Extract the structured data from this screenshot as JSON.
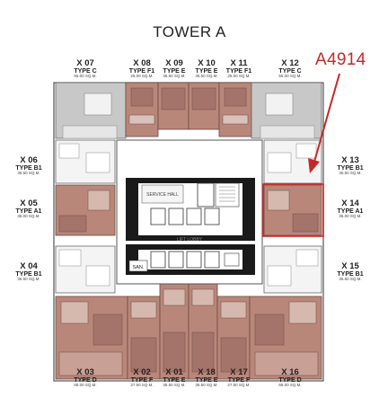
{
  "title": "TOWER A",
  "callout": "A4914",
  "colors": {
    "brown": "#b9877a",
    "brown_dark": "#8f5e51",
    "grey": "#c8c8c8",
    "grey_dark": "#8f8f8f",
    "white_unit": "#f4f4f4",
    "core": "#ffffff",
    "highlight": "#c62828"
  },
  "core_labels": {
    "service_hall": "SERVICE HALL",
    "lift_lobby": "LIFT LOBBY",
    "san": "SAN."
  },
  "units": [
    {
      "id": "x07",
      "num": "X 07",
      "type": "TYPE C",
      "area": "55.00 SQ.M."
    },
    {
      "id": "x08",
      "num": "X 08",
      "type": "TYPE F1",
      "area": "25.00 SQ.M."
    },
    {
      "id": "x09",
      "num": "X 09",
      "type": "TYPE E",
      "area": "35.50 SQ.M."
    },
    {
      "id": "x10",
      "num": "X 10",
      "type": "TYPE E",
      "area": "35.50 SQ.M."
    },
    {
      "id": "x11",
      "num": "X 11",
      "type": "TYPE F1",
      "area": "25.00 SQ.M."
    },
    {
      "id": "x12",
      "num": "X 12",
      "type": "TYPE C",
      "area": "55.00 SQ.M."
    },
    {
      "id": "x06",
      "num": "X 06",
      "type": "TYPE B1",
      "area": "36.50 SQ.M."
    },
    {
      "id": "x13",
      "num": "X 13",
      "type": "TYPE B1",
      "area": "36.50 SQ.M."
    },
    {
      "id": "x05",
      "num": "X 05",
      "type": "TYPE A1",
      "area": "36.00 SQ.M."
    },
    {
      "id": "x14",
      "num": "X 14",
      "type": "TYPE A1",
      "area": "36.00 SQ.M."
    },
    {
      "id": "x04",
      "num": "X 04",
      "type": "TYPE B1",
      "area": "36.50 SQ.M."
    },
    {
      "id": "x15",
      "num": "X 15",
      "type": "TYPE B1",
      "area": "36.50 SQ.M."
    },
    {
      "id": "x03",
      "num": "X 03",
      "type": "TYPE D",
      "area": "68.00 SQ.M."
    },
    {
      "id": "x02",
      "num": "X 02",
      "type": "TYPE F",
      "area": "27.50 SQ.M."
    },
    {
      "id": "x01",
      "num": "X 01",
      "type": "TYPE E",
      "area": "35.50 SQ.M."
    },
    {
      "id": "x18",
      "num": "X 18",
      "type": "TYPE E",
      "area": "35.50 SQ.M."
    },
    {
      "id": "x17",
      "num": "X 17",
      "type": "TYPE F",
      "area": "27.50 SQ.M."
    },
    {
      "id": "x16",
      "num": "X 16",
      "type": "TYPE D",
      "area": "68.00 SQ.M."
    }
  ]
}
